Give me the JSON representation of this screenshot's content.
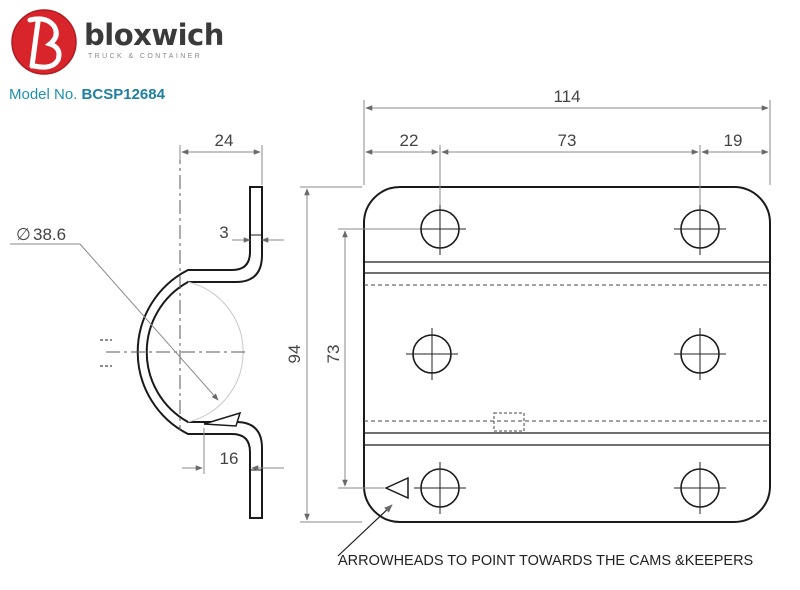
{
  "brand": {
    "name": "bloxwich",
    "tagline": "TRUCK & CONTAINER",
    "logo_letter": "b",
    "logo_color": "#d7252b"
  },
  "model": {
    "label": "Model No.",
    "number": "BCSP12684"
  },
  "dimensions": {
    "overall_width": "114",
    "left_offset": "22",
    "hole_spacing": "73",
    "right_offset": "19",
    "height": "94",
    "vertical_spacing": "73",
    "profile_width": "24",
    "thickness": "3",
    "diameter": "38.6",
    "diameter_symbol": "∅",
    "flange": "16"
  },
  "note": "ARROWHEADS TO POINT TOWARDS THE CAMS &KEEPERS",
  "colors": {
    "line": "#1a1a1a",
    "dim_line": "#8a8a8a",
    "text": "#444444",
    "accent": "#1e90b0"
  }
}
